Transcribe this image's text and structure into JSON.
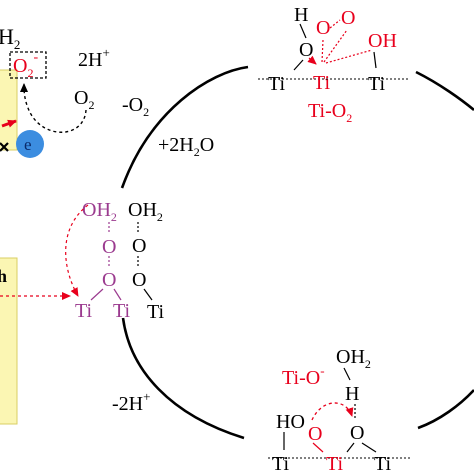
{
  "colors": {
    "black": "#000000",
    "red": "#e8001c",
    "purple": "#9b3b8f",
    "band_yellow": "#fbf6b3",
    "band_border": "#d8cf63",
    "electron_fill": "#3c8de0"
  },
  "left_panel": {
    "h2_text": "H",
    "h2_sub": "2",
    "o2_minus_text": "O",
    "o2_minus_sub": "2",
    "o2_minus_sup": "-",
    "two_h_plus": "2H",
    "two_h_plus_sup": "+",
    "o2_text": "O",
    "o2_sub": "2",
    "electron_label": "e",
    "band_label": "h"
  },
  "steps": {
    "minus_o2": "-O",
    "minus_o2_sub": "2",
    "plus_2h2o": "+2H",
    "plus_2h2o_sub": "2",
    "plus_2h2o_tail": "O",
    "minus_2h_plus": "-2H",
    "minus_2h_plus_sup": "+"
  },
  "top_structure": {
    "h": "H",
    "o_left": "O",
    "o_top1": "O",
    "o_top2": "O",
    "oh": "OH",
    "ti1": "Ti",
    "ti2": "Ti",
    "ti3": "Ti",
    "label": "Ti-O",
    "label_sub": "2"
  },
  "left_structure": {
    "oh2_purple": "OH",
    "oh2_purple_sub": "2",
    "oh2_black": "OH",
    "oh2_black_sub": "2",
    "o1": "O",
    "o2": "O",
    "o3": "O",
    "o4": "O",
    "ti1": "Ti",
    "ti2": "Ti",
    "ti3": "Ti"
  },
  "bottom_structure": {
    "label": "Ti-O",
    "label_sup": "-",
    "oh2": "OH",
    "oh2_sub": "2",
    "h": "H",
    "ho": "HO",
    "o_red": "O",
    "o_black": "O",
    "ti1": "Ti",
    "ti2": "Ti",
    "ti3": "Ti"
  }
}
